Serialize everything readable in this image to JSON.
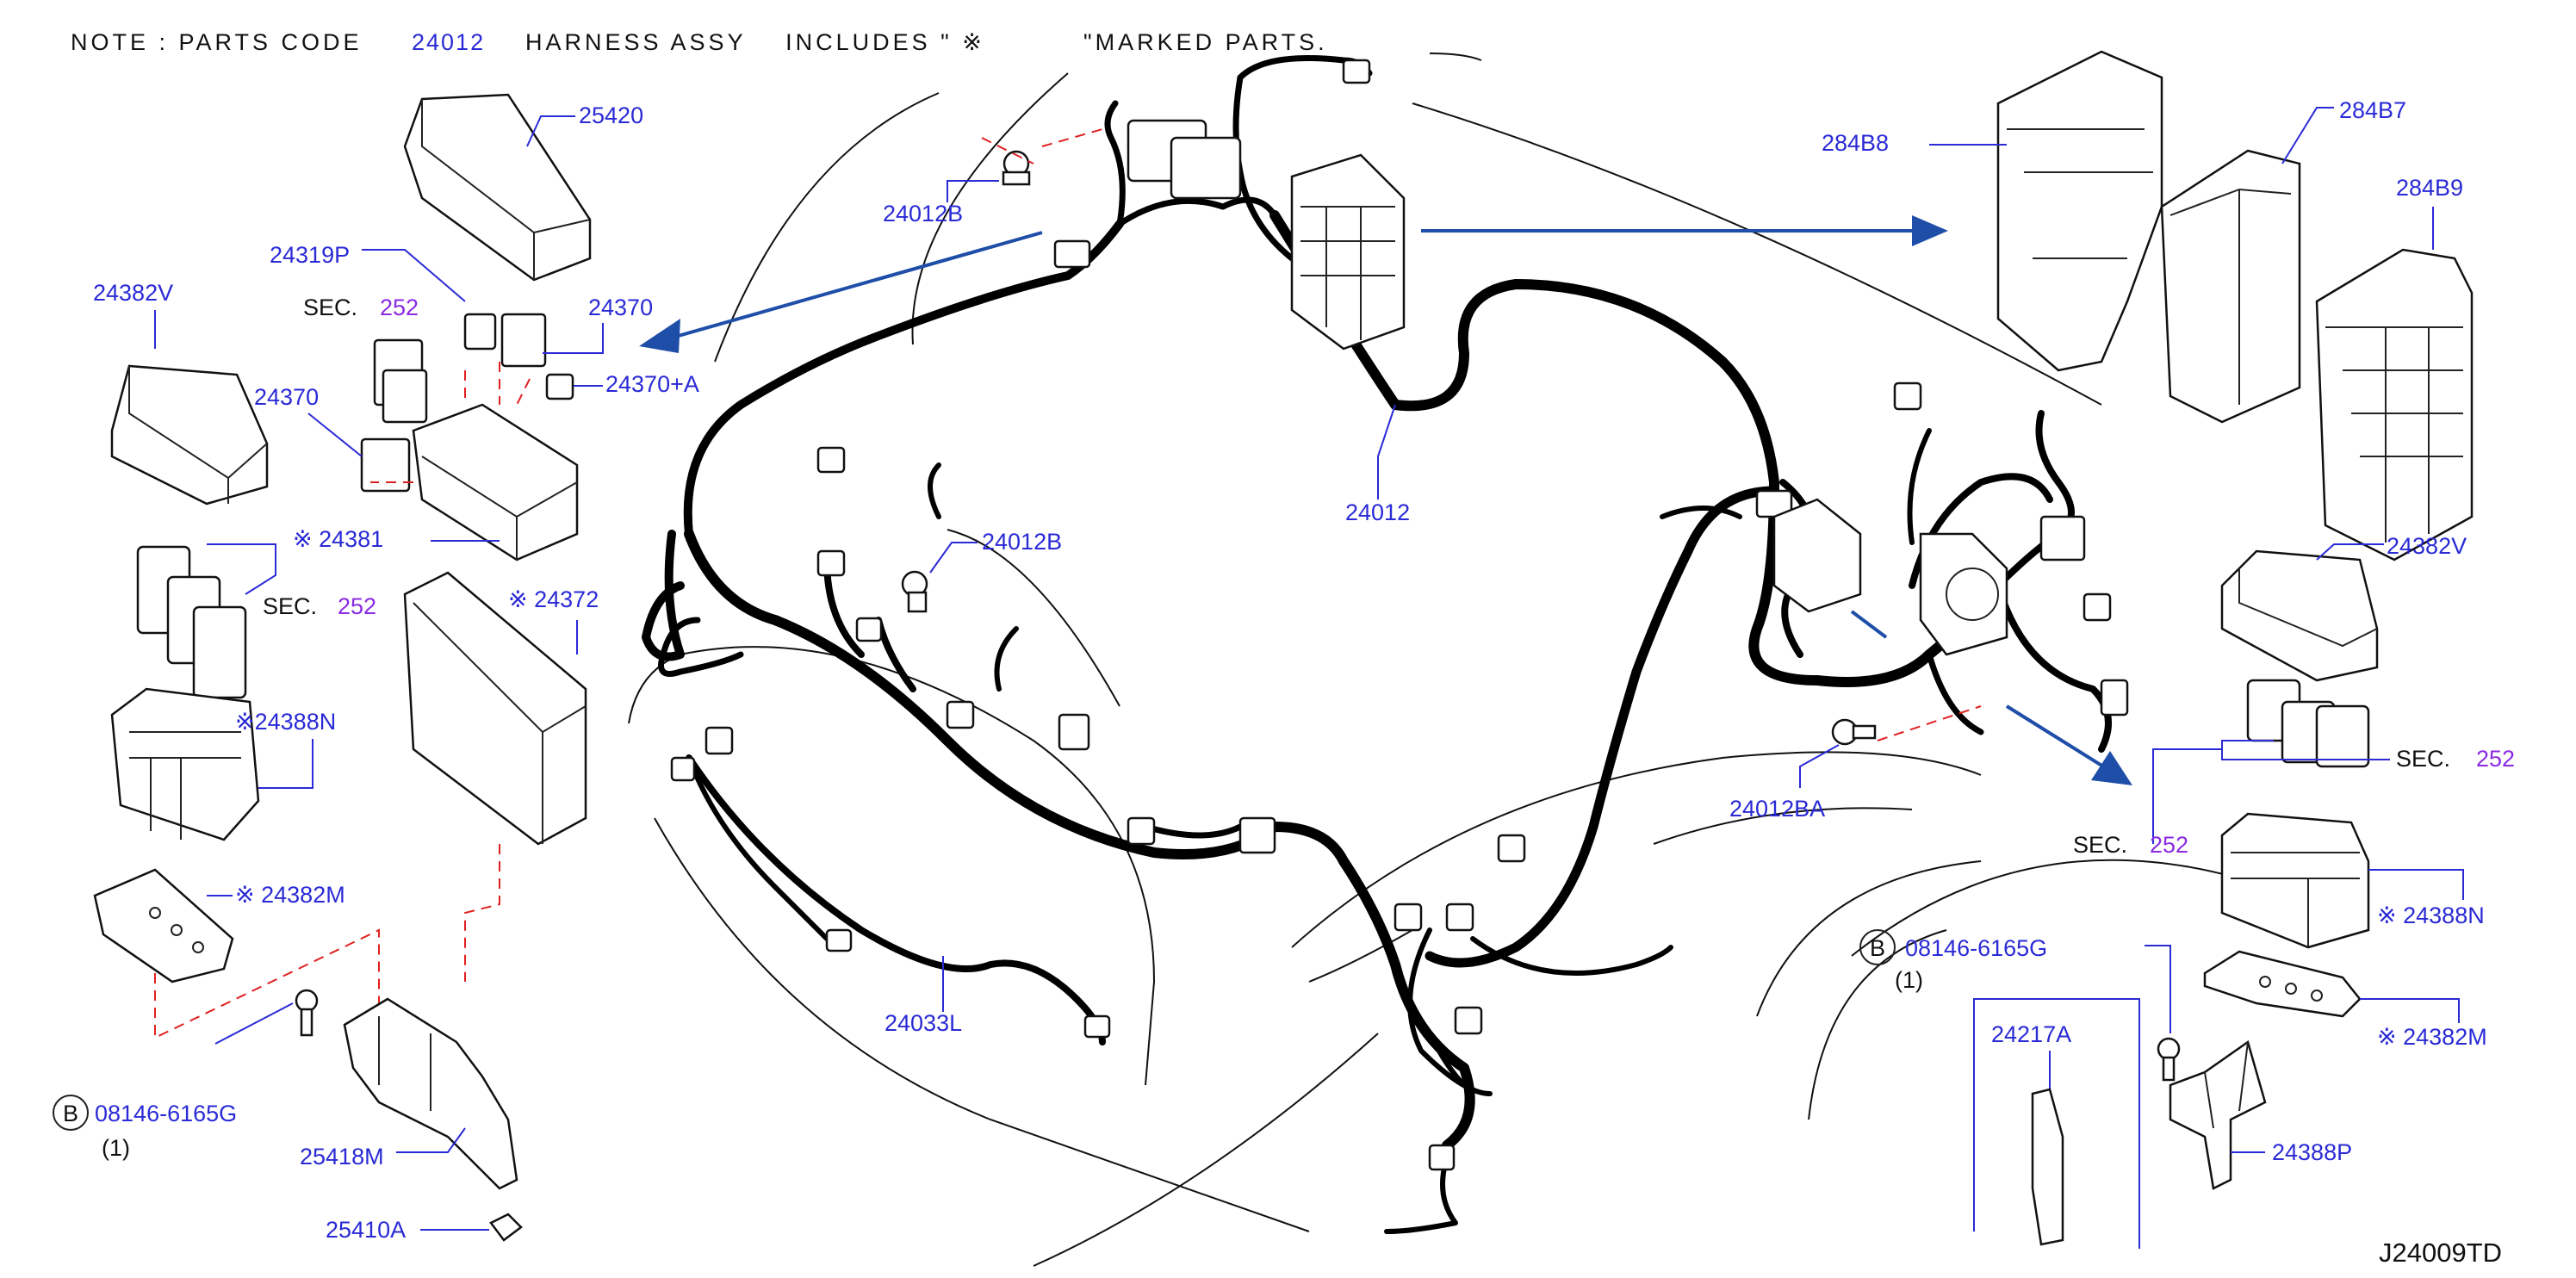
{
  "note": {
    "prefix": "NOTE : PARTS CODE",
    "code": "24012",
    "middle": "HARNESS ASSY    INCLUDES \" ※",
    "suffix": "\"MARKED PARTS."
  },
  "diagram_id": "J24009TD",
  "labels": {
    "p25420": "25420",
    "p24319P": "24319P",
    "sec_left_top": "SEC.",
    "sec_left_top_num": "252",
    "p24370_a": "24370",
    "p24382V_left": "24382V",
    "p24370_b": "24370",
    "p24370A": "24370+A",
    "p24381": "※ 24381",
    "sec_left_mid": "SEC.",
    "sec_left_mid_num": "252",
    "p24372": "※ 24372",
    "p24388N_left": "※24388N",
    "p24382M_left": "※ 24382M",
    "bolt_left_circle": "B",
    "bolt_left": "08146-6165G",
    "bolt_left_qty": "(1)",
    "p25418M": "25418M",
    "p25410A": "25410A",
    "p24012B_top": "24012B",
    "p24012B_mid": "24012B",
    "p24012": "24012",
    "p24033L": "24033L",
    "p24012BA": "24012BA",
    "p284B8": "284B8",
    "p284B7": "284B7",
    "p284B9": "284B9",
    "p24382V_right": "24382V",
    "sec_right_mid": "SEC.",
    "sec_right_mid_num": "252",
    "sec_right_low": "SEC.",
    "sec_right_low_num": "252",
    "p24388N_right": "※ 24388N",
    "bolt_right_circle": "B",
    "bolt_right": "08146-6165G",
    "bolt_right_qty": "(1)",
    "p24382M_right": "※ 24382M",
    "p24217A": "24217A",
    "p24388P": "24388P"
  }
}
